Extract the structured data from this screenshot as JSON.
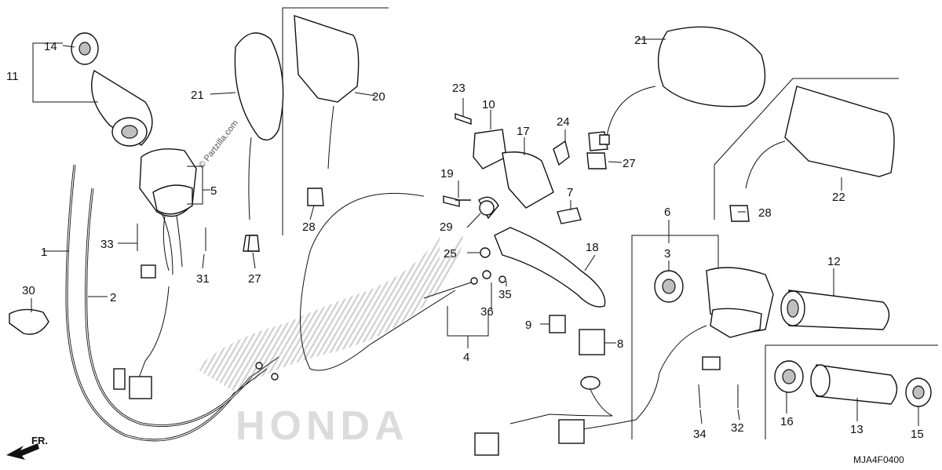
{
  "diagram": {
    "code": "MJA4F0400",
    "watermark": "© Partzilla.com",
    "front_marker": "FR.",
    "brand_watermark": "HONDA",
    "callouts": {
      "c1": "1",
      "c2": "2",
      "c3": "3",
      "c4": "4",
      "c5": "5",
      "c6": "6",
      "c7": "7",
      "c8": "8",
      "c9": "9",
      "c10": "10",
      "c11": "11",
      "c12": "12",
      "c13": "13",
      "c14": "14",
      "c15": "15",
      "c16": "16",
      "c17": "17",
      "c18": "18",
      "c19": "19",
      "c20": "20",
      "c21a": "21",
      "c21b": "21",
      "c22": "22",
      "c23": "23",
      "c24": "24",
      "c25": "25",
      "c27a": "27",
      "c27b": "27",
      "c28a": "28",
      "c28b": "28",
      "c29": "29",
      "c30": "30",
      "c31": "31",
      "c32": "32",
      "c33": "33",
      "c34": "34",
      "c35": "35",
      "c36": "36"
    }
  }
}
